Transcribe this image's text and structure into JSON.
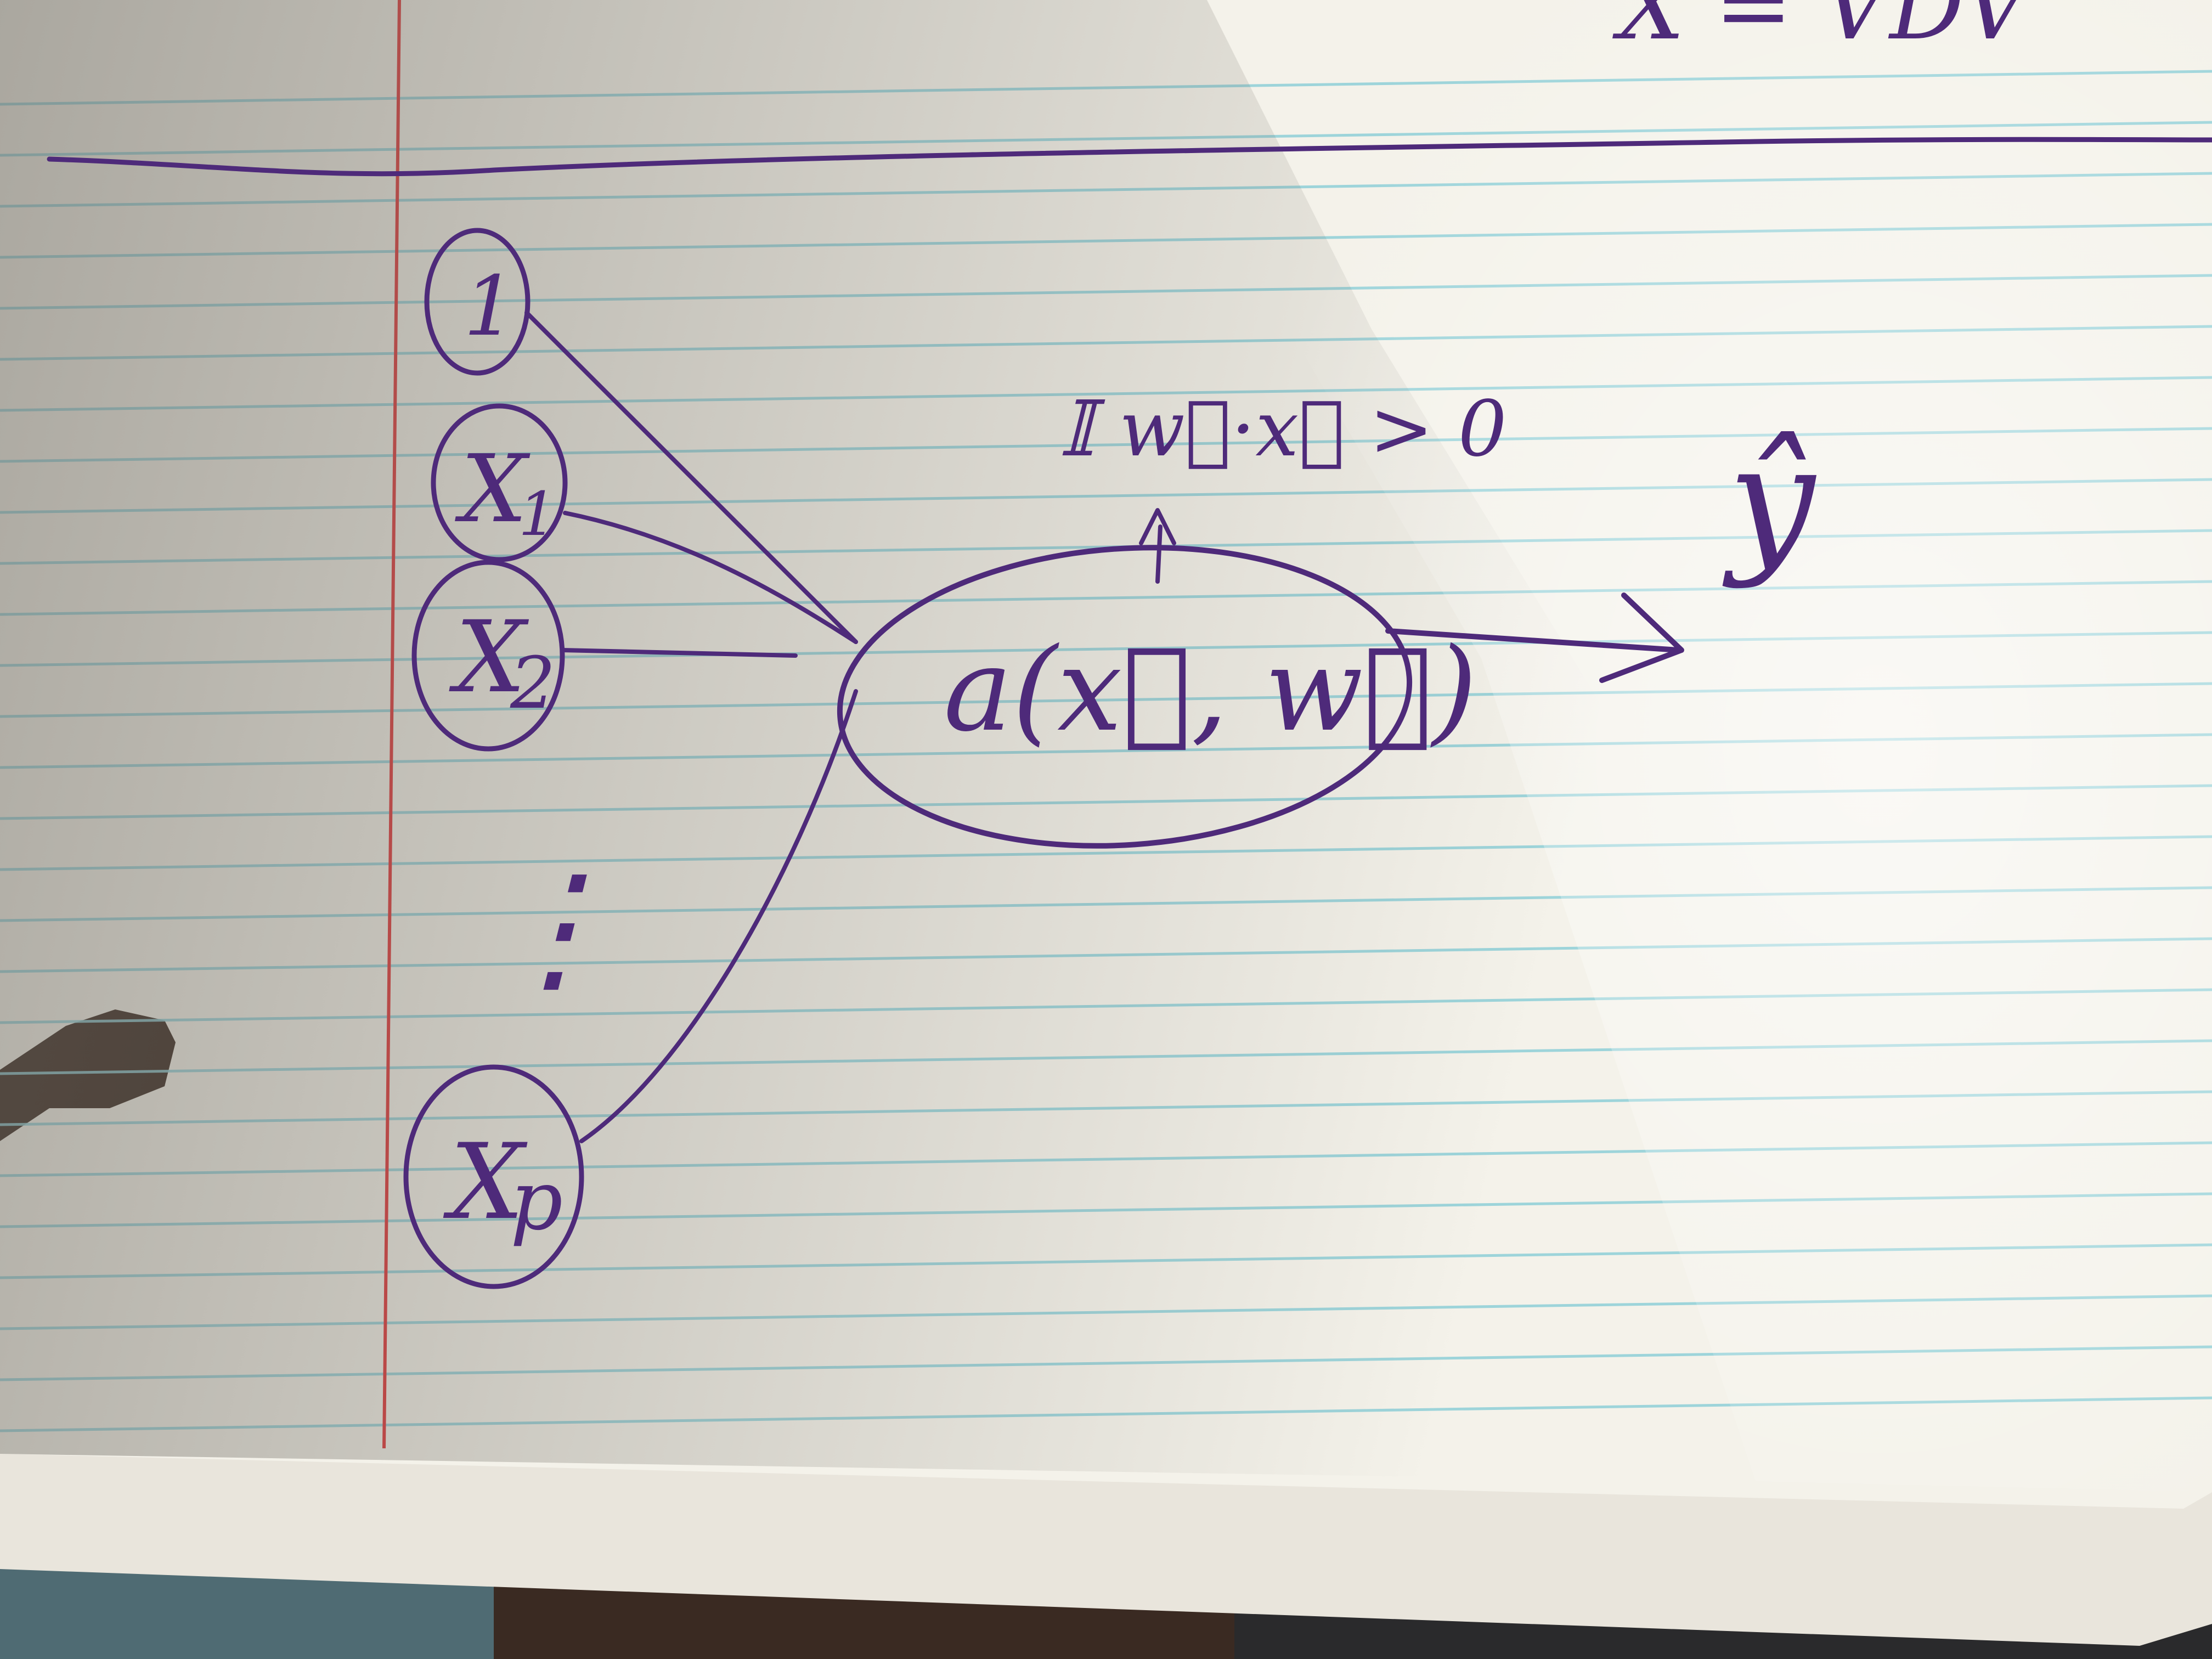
{
  "diagram": {
    "nodes": {
      "bias": "1",
      "x1": "X",
      "x1_sub": "1",
      "x2": "X",
      "x2_sub": "2",
      "xp": "X",
      "xp_sub": "p",
      "ellipsis": "⋮",
      "activation": "a(x⃗, w⃗)",
      "output": "ŷ"
    },
    "annotation": "𝕀 w⃗·x⃗ > 0",
    "top_scribble": "X = VDV"
  },
  "colors": {
    "ink": "#4e2a7a",
    "paper": "#f4f2ea",
    "shadow": "#c9c3b4",
    "rule_blue": "#8fcfd8",
    "margin_red": "#e0383a",
    "desk": "#3a2a22"
  }
}
